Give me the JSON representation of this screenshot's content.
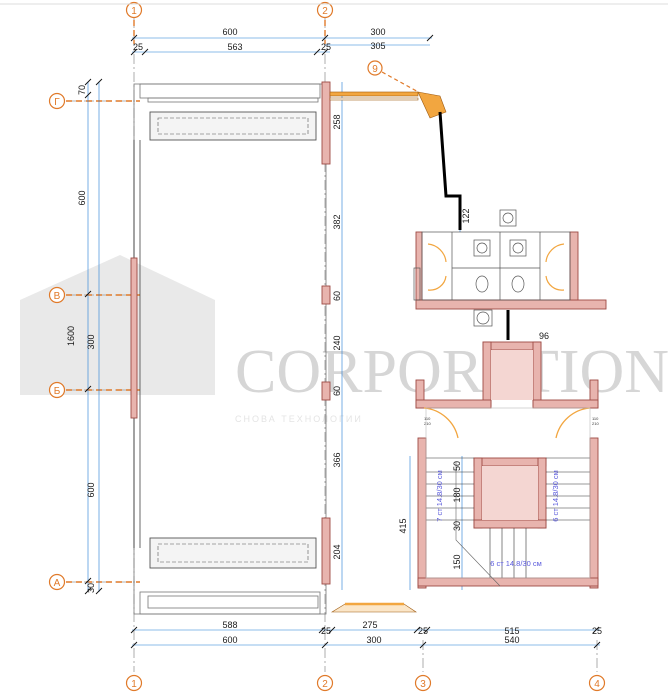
{
  "axes": {
    "columns": [
      "1",
      "2",
      "3",
      "4"
    ],
    "rows": [
      "Г",
      "В",
      "Б",
      "А"
    ]
  },
  "top_dims": {
    "span_12": "600",
    "span_2_edge": "300",
    "wall_left": "25",
    "inner": "563",
    "wall_right": "25",
    "offset": "305",
    "callout": "9"
  },
  "left_dims": {
    "d70": "70",
    "d600a": "600",
    "d1600": "1600",
    "d300": "300",
    "d600b": "600",
    "d30": "30"
  },
  "inner_dims": {
    "d258": "258",
    "d382": "382",
    "d60a": "60",
    "d240": "240",
    "d60b": "60",
    "d366": "366",
    "d204": "204",
    "d122": "122",
    "d96": "96",
    "d415": "415",
    "d50a": "50",
    "d180": "180",
    "d30": "30",
    "d150": "150"
  },
  "stair_notes": {
    "flight_left": "7 ст 14.8/30 см",
    "flight_right": "6 ст 14.8/30 см",
    "flight_bottom": "6 ст 14.8/30 см"
  },
  "door_tags": {
    "left": "110\n210",
    "right": "110\n210"
  },
  "bottom_dims": {
    "d588": "588",
    "d25a": "25",
    "d275": "275",
    "d25b": "25",
    "d515": "515",
    "d25c": "25",
    "d600": "600",
    "d300": "300",
    "d540": "540"
  },
  "watermark": {
    "text": "CORPORATION",
    "sub": "СНОВА ТЕХНОЛОГИИ"
  },
  "colors": {
    "wall_fill": "#e8b4ae",
    "wall_stroke": "#9e4a44",
    "axis": "#e07a2a",
    "dim_line": "#1f7ad6",
    "duct": "#000000",
    "window": "#f2a640"
  }
}
